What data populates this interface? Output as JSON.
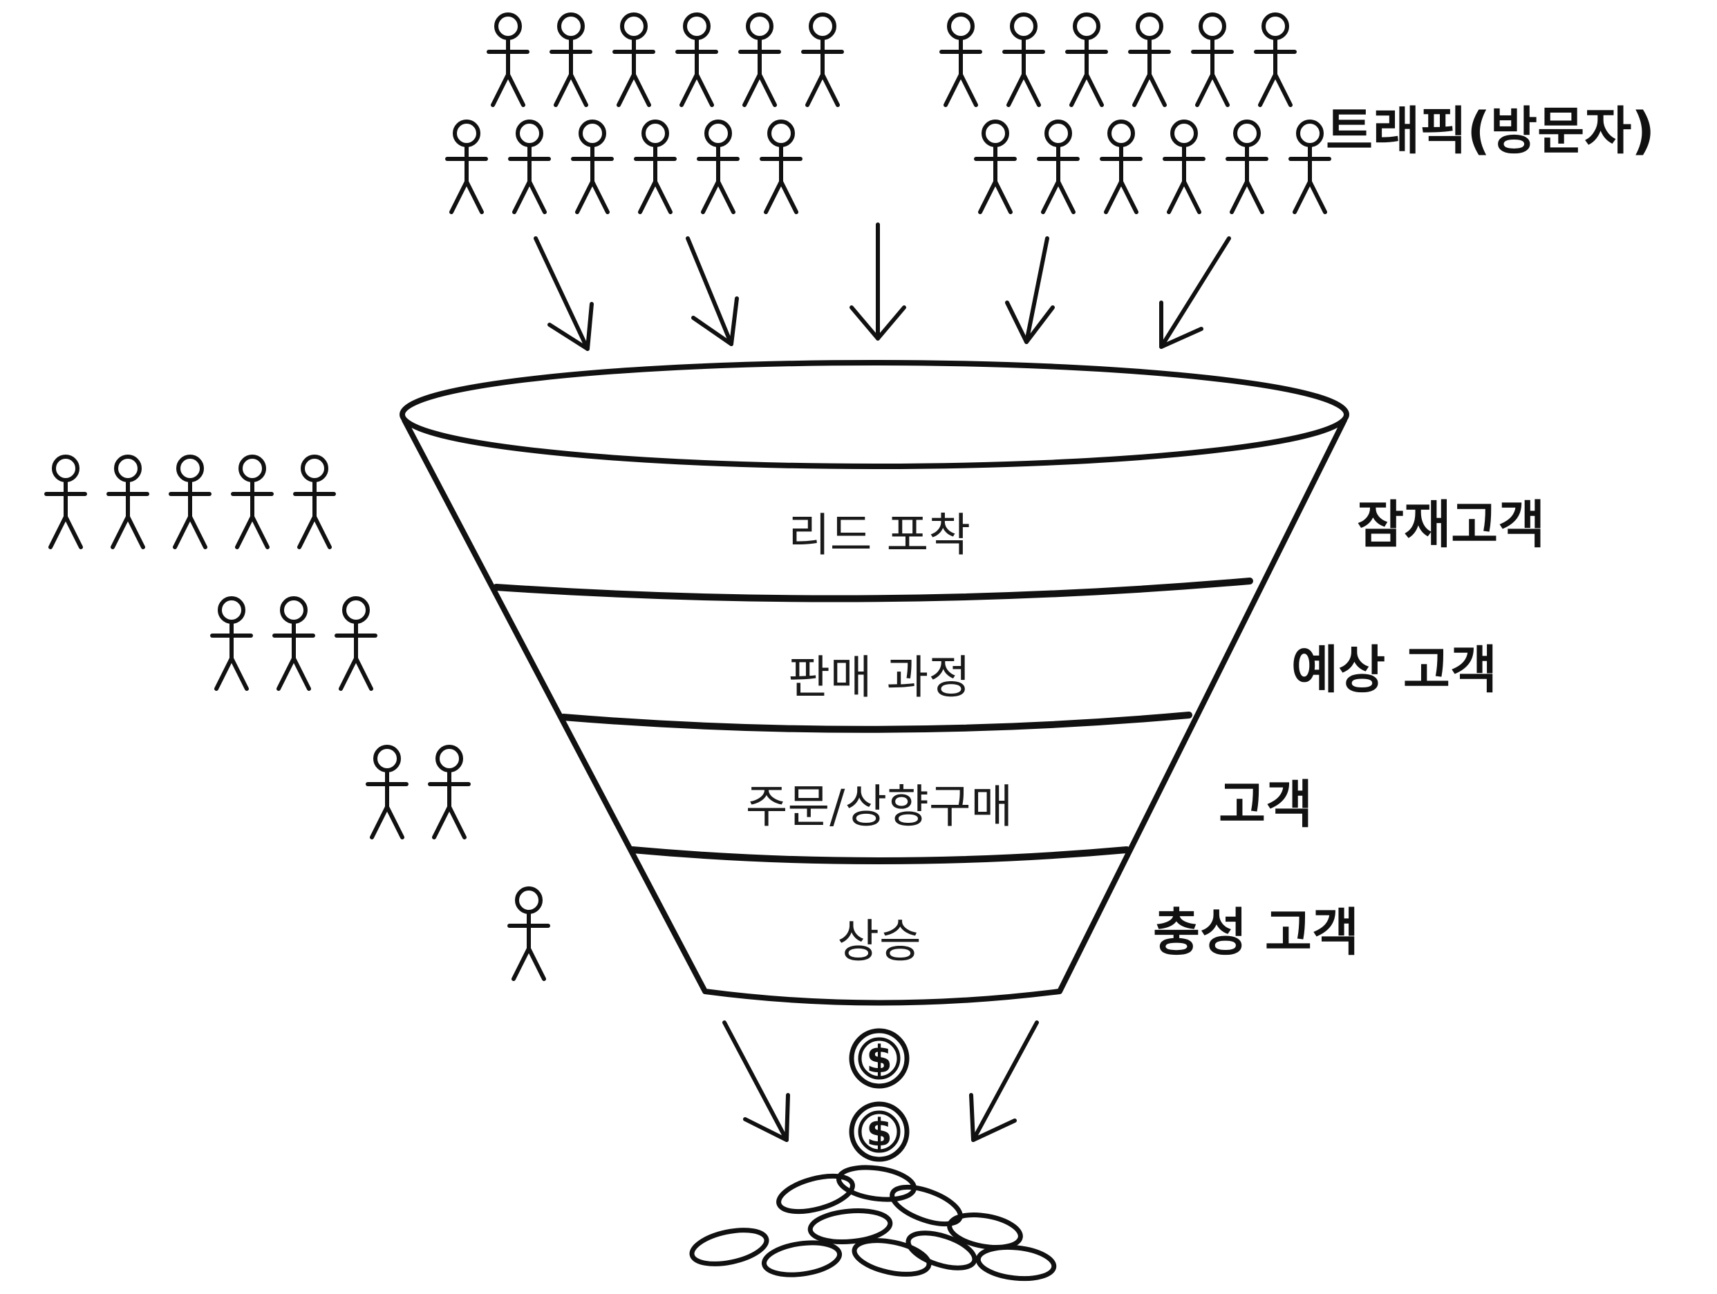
{
  "traffic_label": "트래픽(방문자)",
  "stages": [
    {
      "label": "리드 포착",
      "side_label": "잠재고객",
      "people": 5
    },
    {
      "label": "판매 과정",
      "side_label": "예상 고객",
      "people": 3
    },
    {
      "label": "주문/상향구매",
      "side_label": "고객",
      "people": 2
    },
    {
      "label": "상승",
      "side_label": "충성 고객",
      "people": 1
    }
  ],
  "visitors": {
    "rows": [
      [
        6,
        6
      ],
      [
        6,
        6
      ]
    ]
  },
  "coin_symbol": "$",
  "colors": {
    "ink": "#111111",
    "background": "#ffffff"
  }
}
